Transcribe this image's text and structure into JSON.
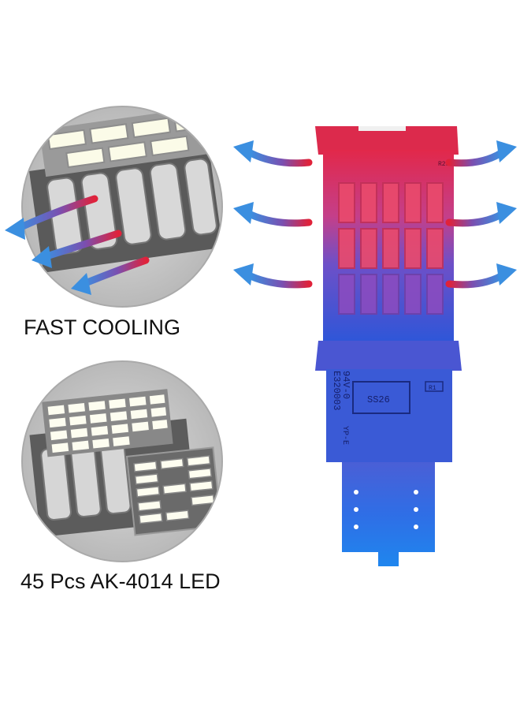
{
  "captions": {
    "fast_cooling": "FAST COOLING",
    "led_count": "45 Pcs AK-4014 LED"
  },
  "board_print": {
    "serial": "E320003",
    "rating": "94V-0",
    "marker": "YP-E",
    "ic": "SS26",
    "ref_top": "R25",
    "ref_bottom": "R1"
  },
  "colors": {
    "hot": "#e0284e",
    "cool": "#2a5ad8",
    "arrow_blue": "#3b8fe0",
    "arrow_red": "#e0223a",
    "circle_bg": "#c9c9c9"
  }
}
